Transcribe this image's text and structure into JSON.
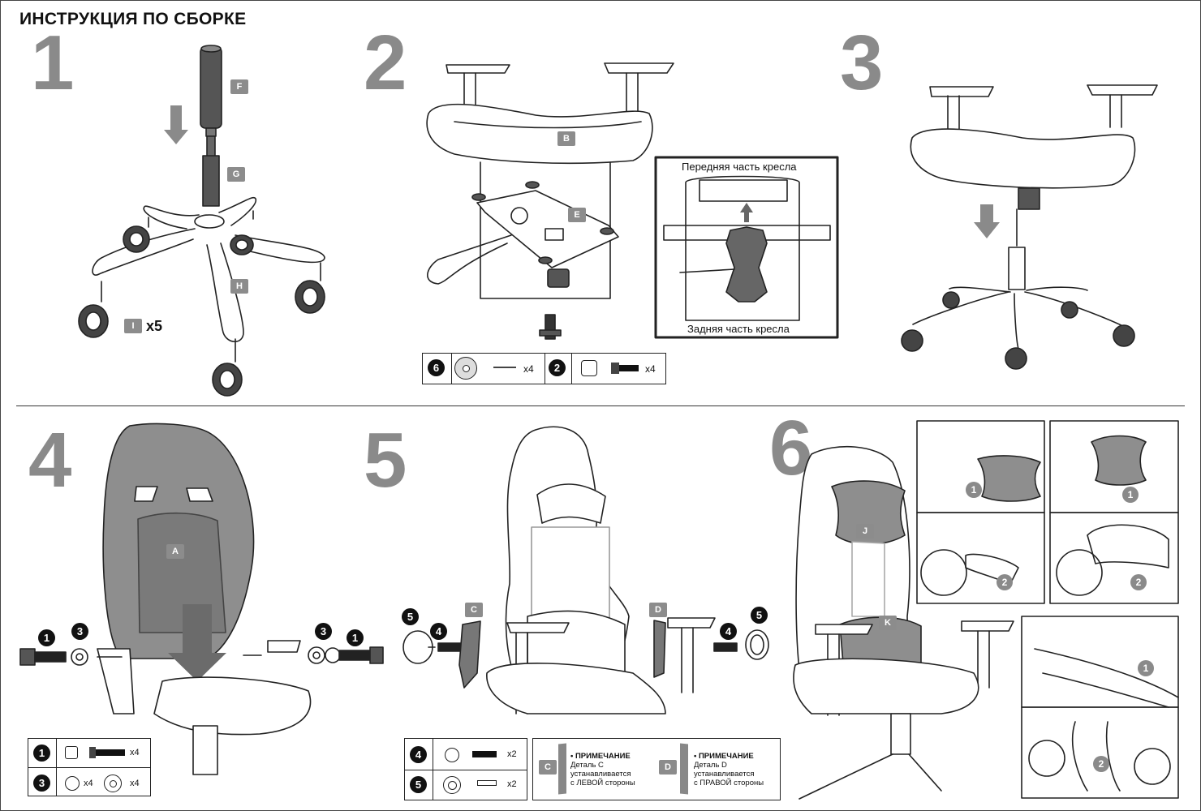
{
  "title": "ИНСТРУКЦИЯ ПО СБОРКЕ",
  "steps": [
    "1",
    "2",
    "3",
    "4",
    "5",
    "6"
  ],
  "parts": {
    "A": "A",
    "B": "B",
    "C": "C",
    "D": "D",
    "E": "E",
    "F": "F",
    "G": "G",
    "H": "H",
    "I": "I",
    "J": "J",
    "K": "K"
  },
  "step1": {
    "casters_qty": "x5"
  },
  "step2": {
    "front_label": "Передняя часть кресла",
    "back_label": "Задняя часть кресла",
    "hw": [
      {
        "num": "6",
        "qty": "x4"
      },
      {
        "num": "2",
        "qty": "x4"
      }
    ]
  },
  "step4": {
    "hw": [
      {
        "num": "1",
        "qty": "x4"
      },
      {
        "num": "3",
        "qty_a": "x4",
        "qty_b": "x4"
      }
    ],
    "callouts": [
      "1",
      "3",
      "3",
      "1"
    ]
  },
  "step5": {
    "hw": [
      {
        "num": "4",
        "qty": "x2"
      },
      {
        "num": "5",
        "qty": "x2"
      }
    ],
    "callouts": [
      "5",
      "4",
      "4",
      "5"
    ],
    "note_c": {
      "title": "ПРИМЕЧАНИЕ",
      "l1": "Деталь С",
      "l2": "устанавливается",
      "l3": "с ЛЕВОЙ стороны"
    },
    "note_d": {
      "title": "ПРИМЕЧАНИЕ",
      "l1": "Деталь D",
      "l2": "устанавливается",
      "l3": "с ПРАВОЙ стороны"
    }
  },
  "step6": {
    "markers": [
      "1",
      "1",
      "2",
      "2",
      "1",
      "2"
    ]
  },
  "colors": {
    "step_number": "#8a8a8a",
    "label_bg": "#8c8c8c",
    "text": "#111111"
  }
}
